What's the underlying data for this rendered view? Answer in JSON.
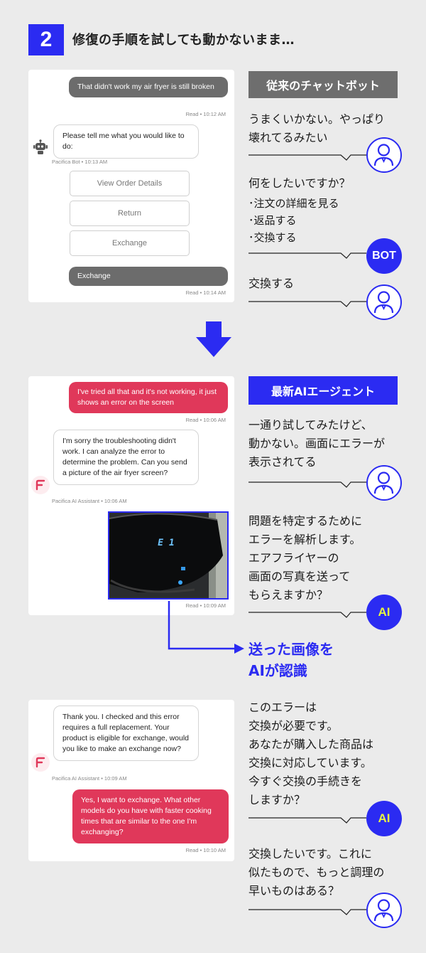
{
  "step": {
    "number": "2",
    "title": "修復の手順を試しても動かないまま…"
  },
  "panel1": {
    "msg1": "That didn't work my air fryer is still broken",
    "meta1": "Read • 10:12 AM",
    "bot_msg": "Please tell me what you would like to do:",
    "bot_meta": "Pacifica Bot • 10:13 AM",
    "options": [
      "View Order Details",
      "Return",
      "Exchange"
    ],
    "msg2": "Exchange",
    "meta2": "Read • 10:14 AM"
  },
  "label_old": "従来のチャットボット",
  "old_texts": {
    "user1": [
      "うまくいかない。やっぱり",
      "壊れてるみたい"
    ],
    "bot_q": "何をしたいですか？",
    "bot_list": [
      "･注文の詳細を見る",
      "･返品する",
      "･交換する"
    ],
    "bot_avatar": "BOT",
    "user2": "交換する"
  },
  "panel2": {
    "msg1": "I've tried all that and it's not working, it just shows an error on the screen",
    "meta1": "Read • 10:06 AM",
    "ai_msg": "I'm sorry the troubleshooting didn't work. I can analyze the error to determine the problem. Can you send a picture of the air fryer screen?",
    "ai_meta": "Pacifica AI Assistant • 10:06 AM",
    "error_text": "E 1",
    "meta2": "Read • 10:09 AM"
  },
  "label_new": "最新AIエージェント",
  "new_texts": {
    "user1": [
      "一通り試してみたけど、",
      "動かない。画面にエラーが",
      "表示されてる"
    ],
    "ai1": [
      "問題を特定するために",
      "エラーを解析します。",
      "エアフライヤーの",
      "画面の写真を送って",
      "もらえますか？"
    ],
    "ai_avatar": "AI",
    "highlight": [
      "送った画像を",
      "AIが認識"
    ]
  },
  "panel3": {
    "ai_msg": "Thank you. I checked and this error requires a full replacement. Your product is eligible for exchange, would you like to make an exchange now?",
    "ai_meta": "Pacifica AI Assistant • 10:09 AM",
    "msg": "Yes, I want to exchange. What other models do you have with faster cooking times that are similar to the one I'm exchanging?",
    "meta": "Read • 10:10 AM"
  },
  "final_texts": {
    "ai2": [
      "このエラーは",
      "交換が必要です。",
      "あなたが購入した商品は",
      "交換に対応しています。",
      "今すぐ交換の手続きを",
      "しますか？"
    ],
    "user3": [
      "交換したいです。これに",
      "似たもので、もっと調理の",
      "早いものはある？"
    ]
  },
  "colors": {
    "accent": "#2b2bf2",
    "pink": "#e0385a",
    "ai_text": "#e6f542",
    "gray": "#6e6e6e"
  }
}
